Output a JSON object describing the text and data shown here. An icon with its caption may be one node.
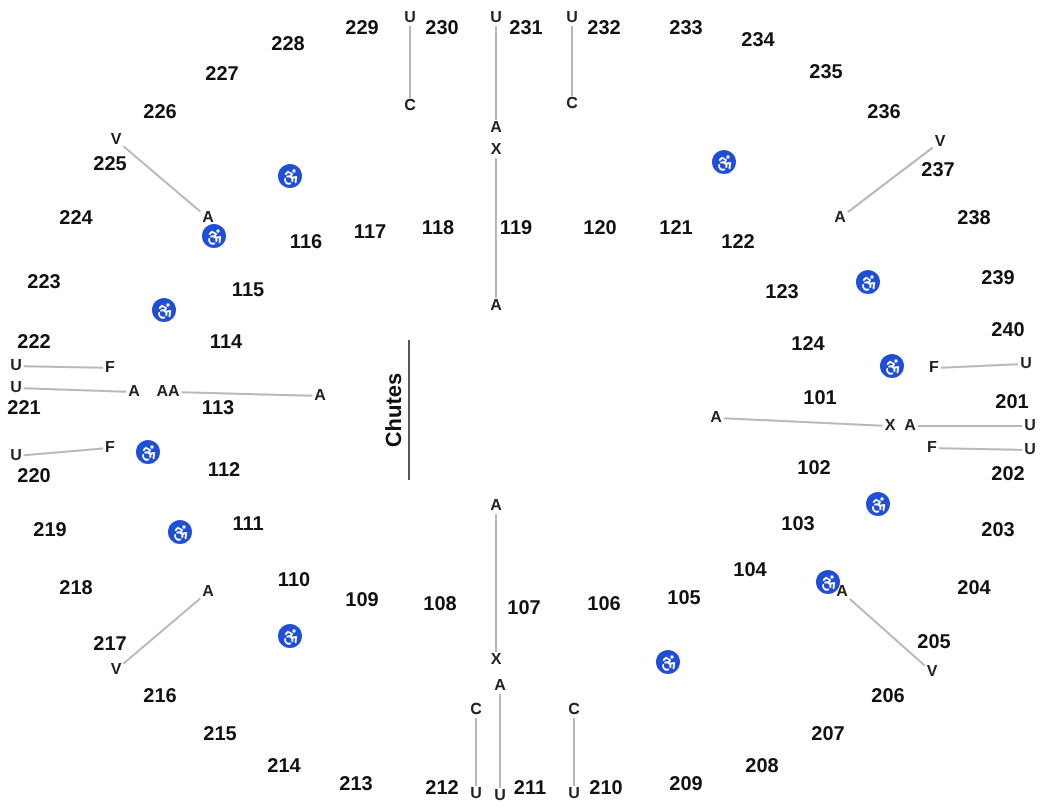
{
  "diagram": {
    "nodes": [
      {
        "text": [
          "U"
        ]
      },
      {
        "text": [
          "U"
        ]
      },
      {
        "text": [
          "U"
        ]
      },
      {
        "text": [
          "C"
        ]
      },
      {
        "text": [
          "C"
        ]
      },
      {
        "text": [
          "A"
        ]
      },
      {
        "text": [
          "X"
        ]
      },
      {
        "text": [
          "V"
        ]
      },
      {
        "text": [
          "V"
        ]
      },
      {
        "text": [
          "A"
        ]
      },
      {
        "text": [
          "A"
        ]
      },
      {
        "text": [
          "A"
        ]
      },
      {
        "text": [
          "U"
        ]
      },
      {
        "text": [
          "F"
        ]
      },
      {
        "text": [
          "F"
        ]
      },
      {
        "text": [
          "U"
        ]
      },
      {
        "text": [
          "U"
        ]
      },
      {
        "text": [
          "A"
        ]
      },
      {
        "text": [
          "AA"
        ]
      },
      {
        "text": [
          "A"
        ]
      },
      {
        "text": [
          "A"
        ]
      },
      {
        "text": [
          "X"
        ]
      },
      {
        "text": [
          "A"
        ]
      },
      {
        "text": [
          "U"
        ]
      },
      {
        "text": [
          "F"
        ]
      },
      {
        "text": [
          "U"
        ]
      },
      {
        "text": [
          "U"
        ]
      },
      {
        "text": [
          "F"
        ]
      },
      {
        "text": [
          "A"
        ]
      },
      {
        "text": [
          "A"
        ]
      },
      {
        "text": [
          "A"
        ]
      },
      {
        "text": [
          "X"
        ]
      },
      {
        "text": [
          "V"
        ]
      },
      {
        "text": [
          "V"
        ]
      },
      {
        "text": [
          "A"
        ]
      },
      {
        "text": [
          "C"
        ]
      },
      {
        "text": [
          "C"
        ]
      },
      {
        "text": [
          "U"
        ]
      },
      {
        "text": [
          "U"
        ]
      },
      {
        "text": [
          "U"
        ]
      }
    ],
    "edges": [
      {
        "from": 0,
        "to": 3,
        "arrow": "none"
      },
      {
        "from": 1,
        "to": 5,
        "arrow": "none"
      },
      {
        "from": 6,
        "to": 11,
        "arrow": "none"
      },
      {
        "from": 2,
        "to": 4,
        "arrow": "none"
      },
      {
        "from": 7,
        "to": 9,
        "arrow": "none"
      },
      {
        "from": 8,
        "to": 10,
        "arrow": "none"
      },
      {
        "from": 14,
        "to": 15,
        "arrow": "none"
      },
      {
        "from": 12,
        "to": 13,
        "arrow": "none"
      },
      {
        "from": 16,
        "to": 17,
        "arrow": "none"
      },
      {
        "from": 18,
        "to": 19,
        "arrow": "none"
      },
      {
        "from": 20,
        "to": 21,
        "arrow": "none"
      },
      {
        "from": 22,
        "to": 23,
        "arrow": "none"
      },
      {
        "from": 24,
        "to": 25,
        "arrow": "none"
      },
      {
        "from": 26,
        "to": 27,
        "arrow": "none"
      },
      {
        "from": 28,
        "to": 31,
        "arrow": "none"
      },
      {
        "from": 34,
        "to": 38,
        "arrow": "none"
      },
      {
        "from": 35,
        "to": 37,
        "arrow": "none"
      },
      {
        "from": 36,
        "to": 39,
        "arrow": "none"
      },
      {
        "from": 29,
        "to": 32,
        "arrow": "none"
      },
      {
        "from": 30,
        "to": 33,
        "arrow": "none"
      }
    ],
    "labels": [
      "229",
      "230",
      "231",
      "232",
      "233",
      "228",
      "234",
      "227",
      "235",
      "226",
      "236",
      "225",
      "237",
      "224",
      "238",
      "116",
      "117",
      "118",
      "119",
      "120",
      "121",
      "122",
      "223",
      "115",
      "123",
      "239",
      "222",
      "114",
      "124",
      "240",
      "Chutes",
      "221",
      "113",
      "101",
      "201",
      "220",
      "112",
      "102",
      "202",
      "219",
      "111",
      "103",
      "203",
      "218",
      "110",
      "104",
      "204",
      "109",
      "108",
      "107",
      "106",
      "105",
      "217",
      "205",
      "216",
      "206",
      "215",
      "207",
      "214",
      "208",
      "213",
      "212",
      "211",
      "210",
      "209"
    ]
  }
}
